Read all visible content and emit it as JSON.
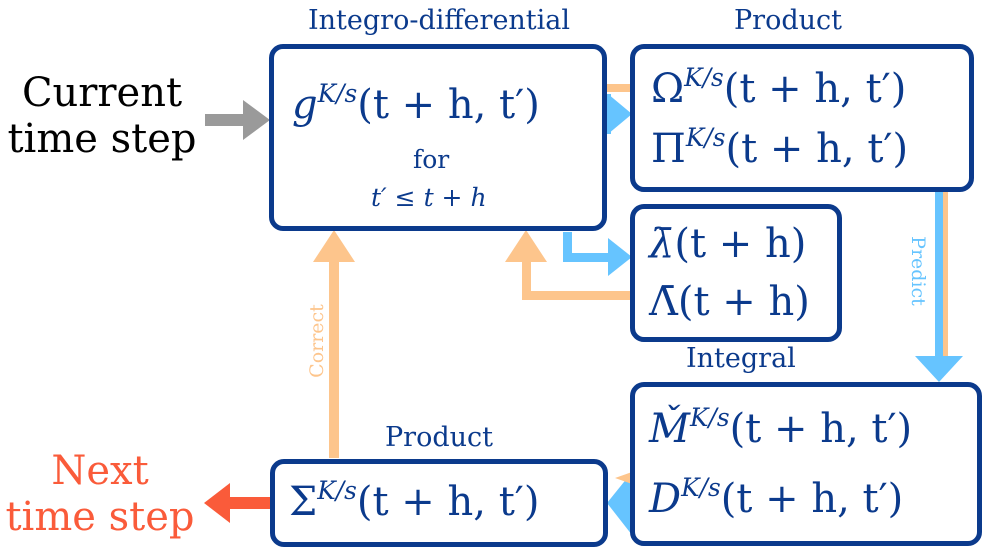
{
  "left_labels": {
    "current_line1": "Current",
    "current_line2": "time step",
    "next_line1": "Next",
    "next_line2": "time step"
  },
  "integro_box": {
    "title": "Integro-differential",
    "main_func": "g",
    "superscript": "K/s",
    "args": "(t + h, t′)",
    "for_text": "for",
    "condition": "t′ ≤ t + h"
  },
  "product_top_box": {
    "title": "Product",
    "line1_func": "Ω",
    "line2_func": "Π",
    "superscript": "K/s",
    "args": "(t + h, t′)"
  },
  "lambda_box": {
    "line1_func": "λ̄",
    "line2_func": "Λ̄",
    "args": "(t + h)"
  },
  "integral_box": {
    "title": "Integral",
    "line1_func": "M̌",
    "line2_func": "D",
    "superscript": "K/s",
    "args": "(t + h, t′)"
  },
  "product_bottom_box": {
    "title": "Product",
    "func": "Σ",
    "superscript": "K/s",
    "args": "(t + h, t′)"
  },
  "arrow_labels": {
    "predict": "Predict",
    "correct": "Correct"
  },
  "colors": {
    "box_border": "#0b3a8c",
    "predict": "#66c4ff",
    "correct": "#fdc58c",
    "input_arrow": "#9a9a9a",
    "output": "#fa5b3a"
  }
}
